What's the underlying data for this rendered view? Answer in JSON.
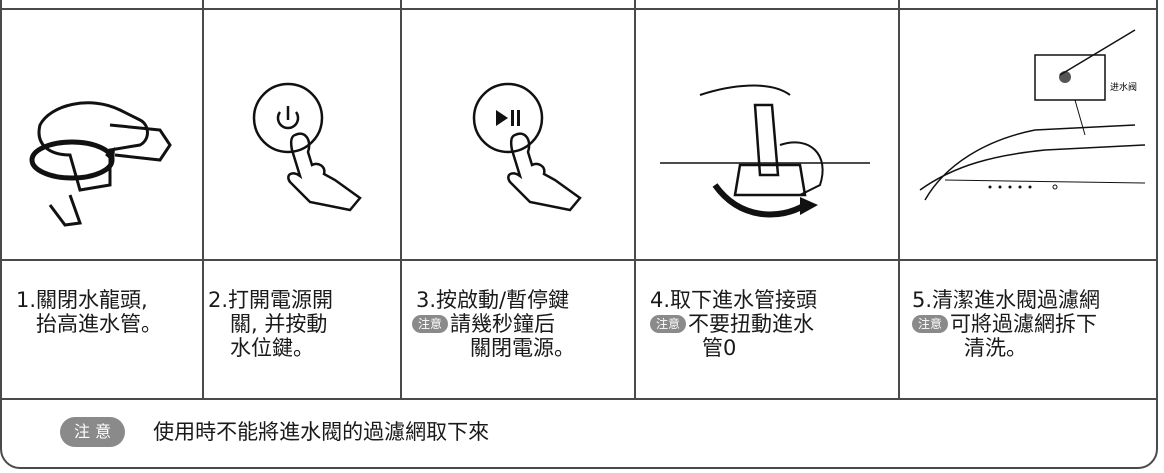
{
  "steps": [
    {
      "lines": [
        "1.關閉水龍頭,",
        "抬高進水管。"
      ],
      "icon": "faucet-turn-icon"
    },
    {
      "lines": [
        "2.打開電源開",
        "關, 并按動",
        "水位鍵。"
      ],
      "icon": "power-button-press-icon"
    },
    {
      "lines": [
        "3.按啟動/暫停鍵",
        "請幾秒鐘后",
        "關閉電源。"
      ],
      "badge": "注意",
      "icon": "play-pause-button-press-icon"
    },
    {
      "lines": [
        "4.取下進水管接頭",
        "不要扭動進水",
        "管0"
      ],
      "badge": "注意",
      "icon": "hose-unscrew-icon"
    },
    {
      "lines": [
        "5.清潔進水閥過濾網",
        "可將過濾網拆下",
        "清洗。"
      ],
      "badge": "注意",
      "icon": "inlet-valve-filter-icon"
    }
  ],
  "illustration": {
    "valve_label": "进水阀"
  },
  "note": {
    "badge": "注 意",
    "text": "使用時不能將進水閥的過濾網取下來"
  }
}
